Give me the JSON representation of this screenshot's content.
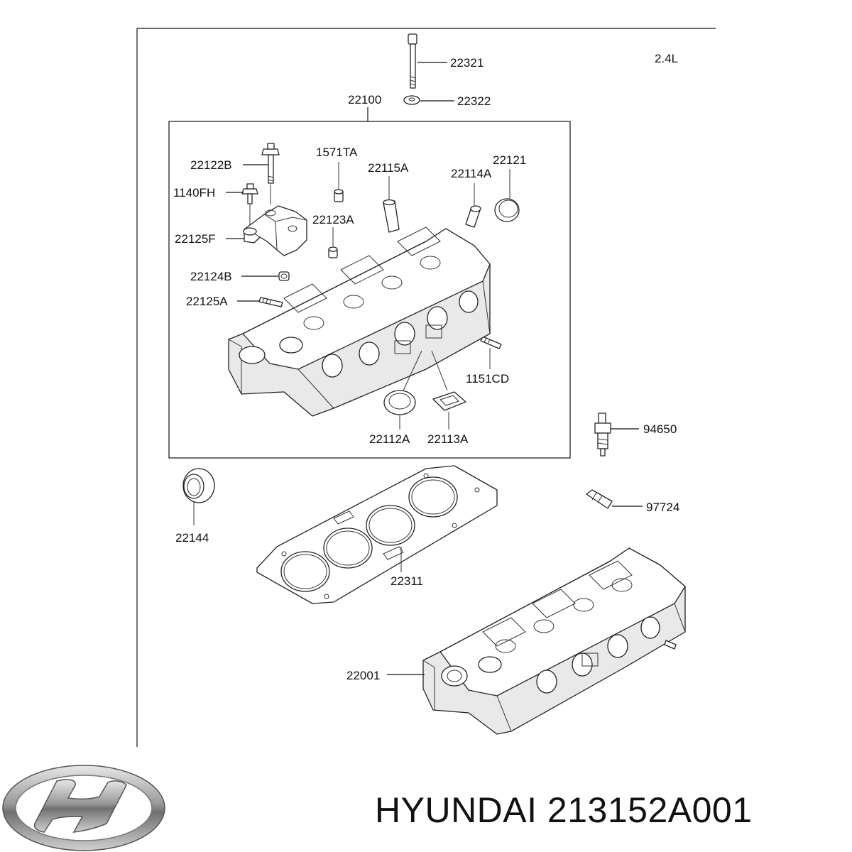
{
  "engine_label": "2.4L",
  "assembly_label": "22100",
  "brand": {
    "title": "HYUNDAI 213152A001"
  },
  "parts": {
    "p22321": "22321",
    "p22322": "22322",
    "p22122B": "22122B",
    "p1571TA": "1571TA",
    "p22115A": "22115A",
    "p22114A": "22114A",
    "p22121": "22121",
    "p1140FH": "1140FH",
    "p22123A": "22123A",
    "p22125F": "22125F",
    "p22124B": "22124B",
    "p22125A": "22125A",
    "p1151CD": "1151CD",
    "p22112A": "22112A",
    "p22113A": "22113A",
    "p94650": "94650",
    "p97724": "97724",
    "p22144": "22144",
    "p22311": "22311",
    "p22001": "22001"
  },
  "icons": {
    "logo": "hyundai-logo-icon"
  }
}
